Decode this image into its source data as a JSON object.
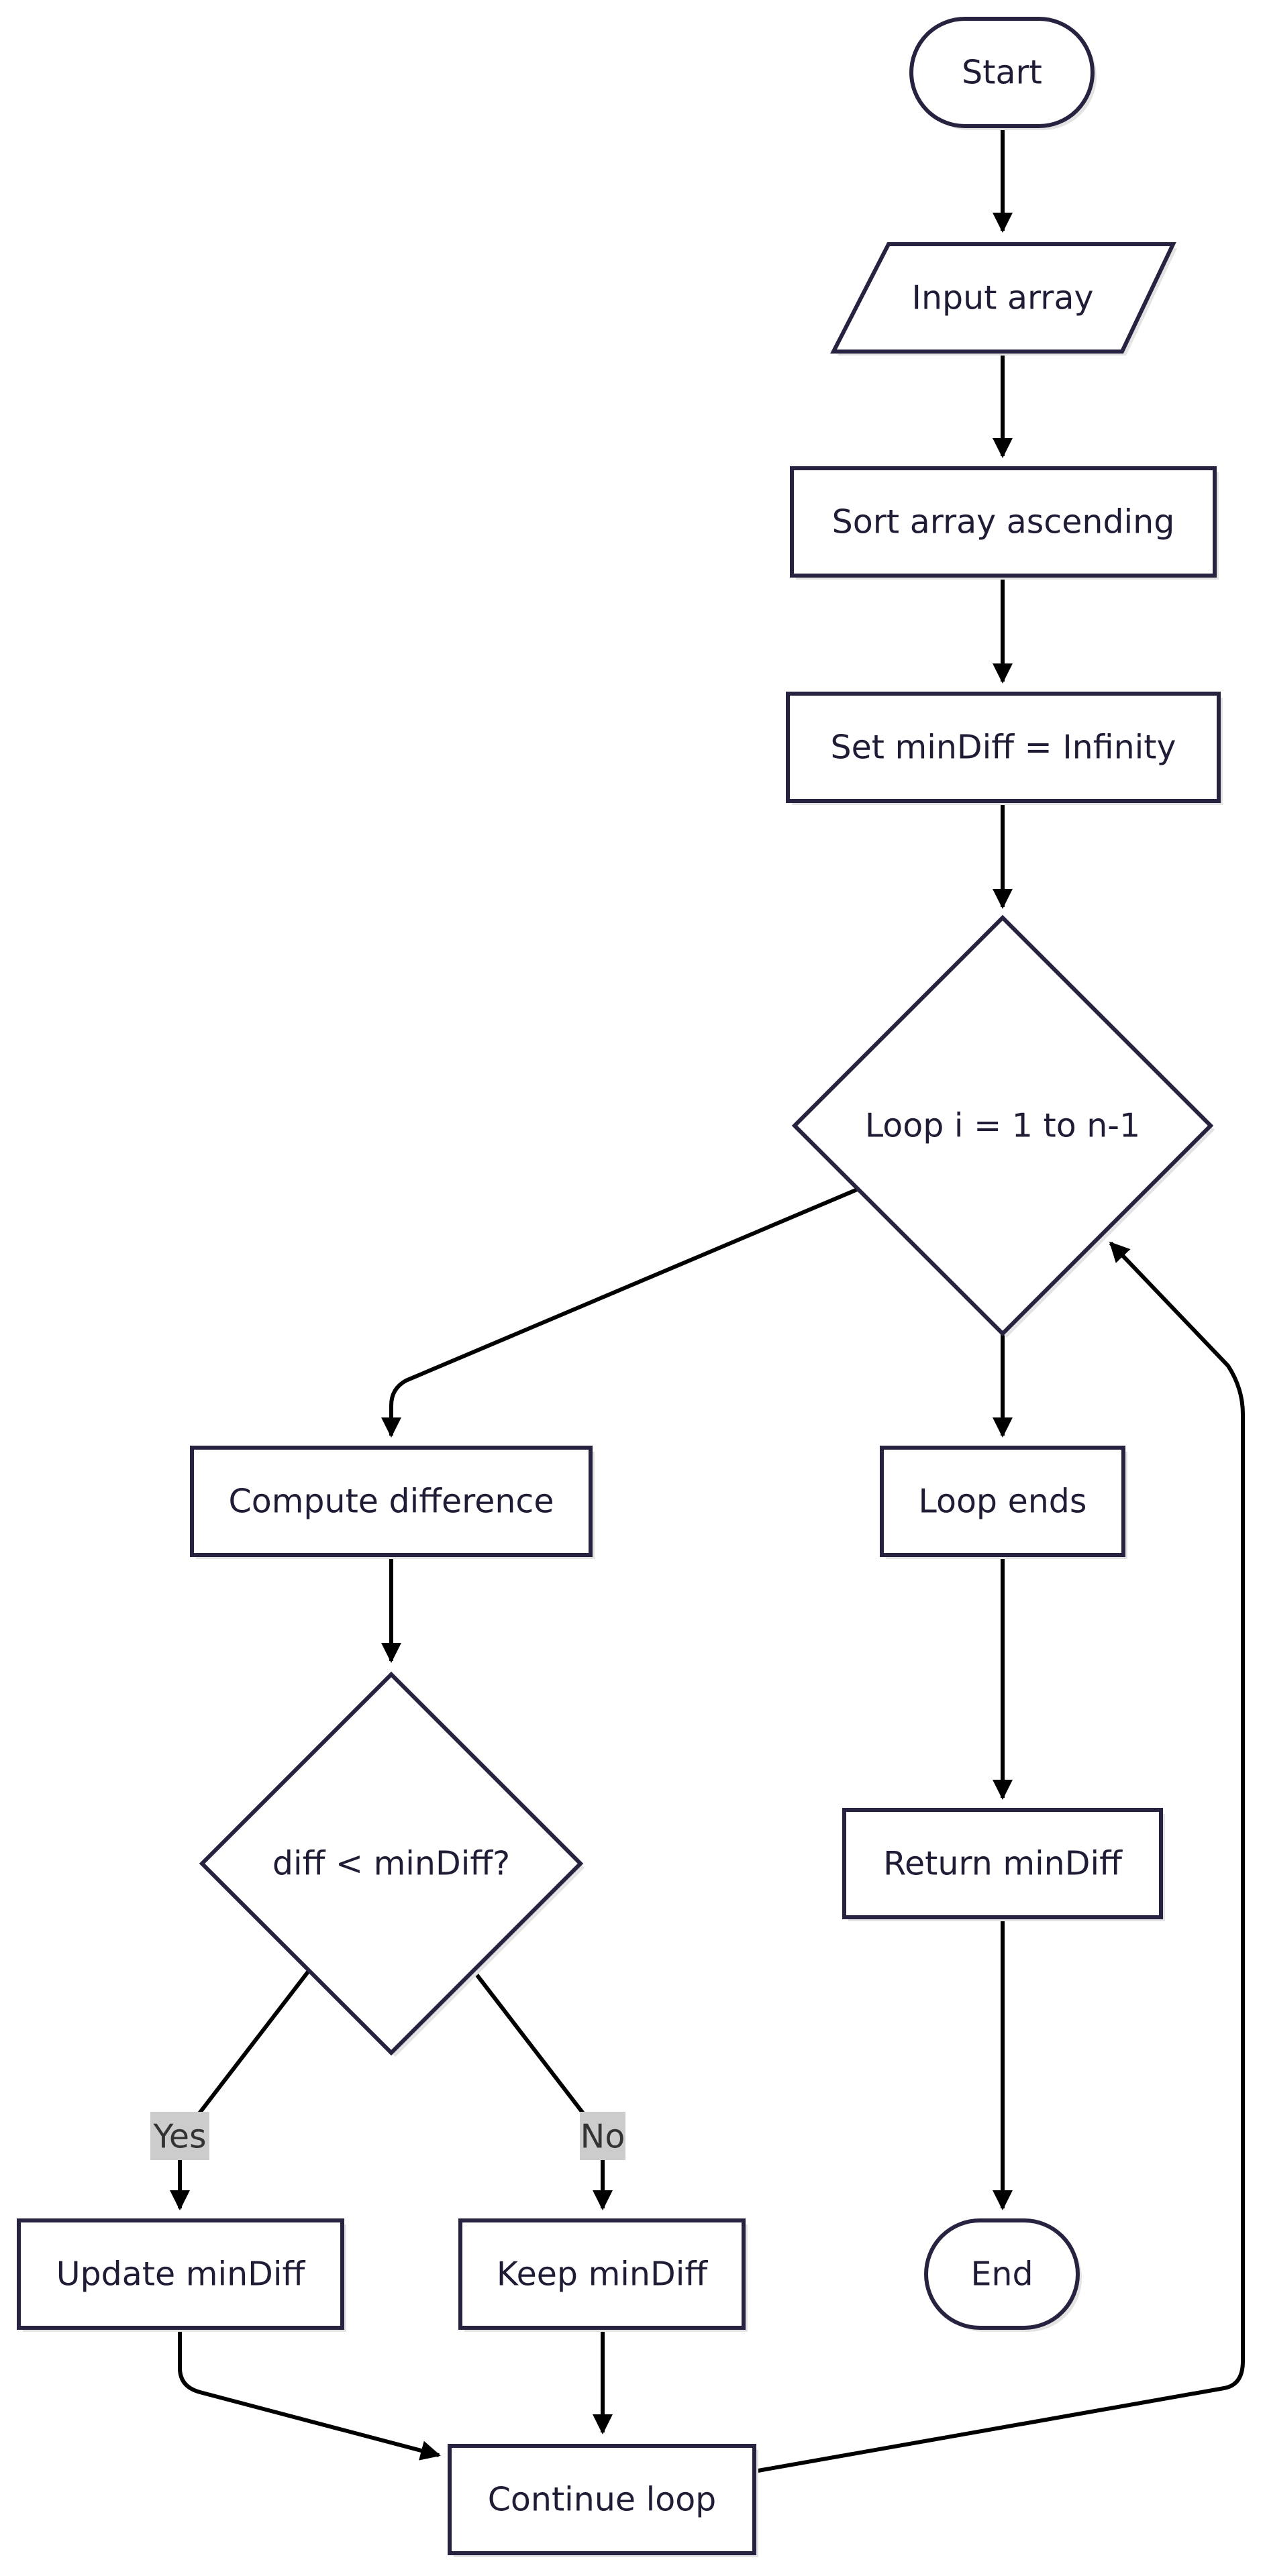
{
  "nodes": {
    "start": "Start",
    "input_array": "Input array",
    "sort_array": "Sort array ascending",
    "set_min_diff": "Set minDiff = Infinity",
    "loop_check": "Loop i = 1 to n-1",
    "compute_difference": "Compute difference",
    "diff_check": "diff < minDiff?",
    "update_min_diff": "Update minDiff",
    "keep_min_diff": "Keep minDiff",
    "continue_loop": "Continue loop",
    "loop_ends": "Loop ends",
    "return_min_diff": "Return minDiff",
    "end": "End"
  },
  "edges": {
    "yes_label": "Yes",
    "no_label": "No"
  },
  "colors": {
    "node_stroke": "#26223f",
    "edge_stroke": "#000000",
    "label_background": "#cccccc"
  }
}
